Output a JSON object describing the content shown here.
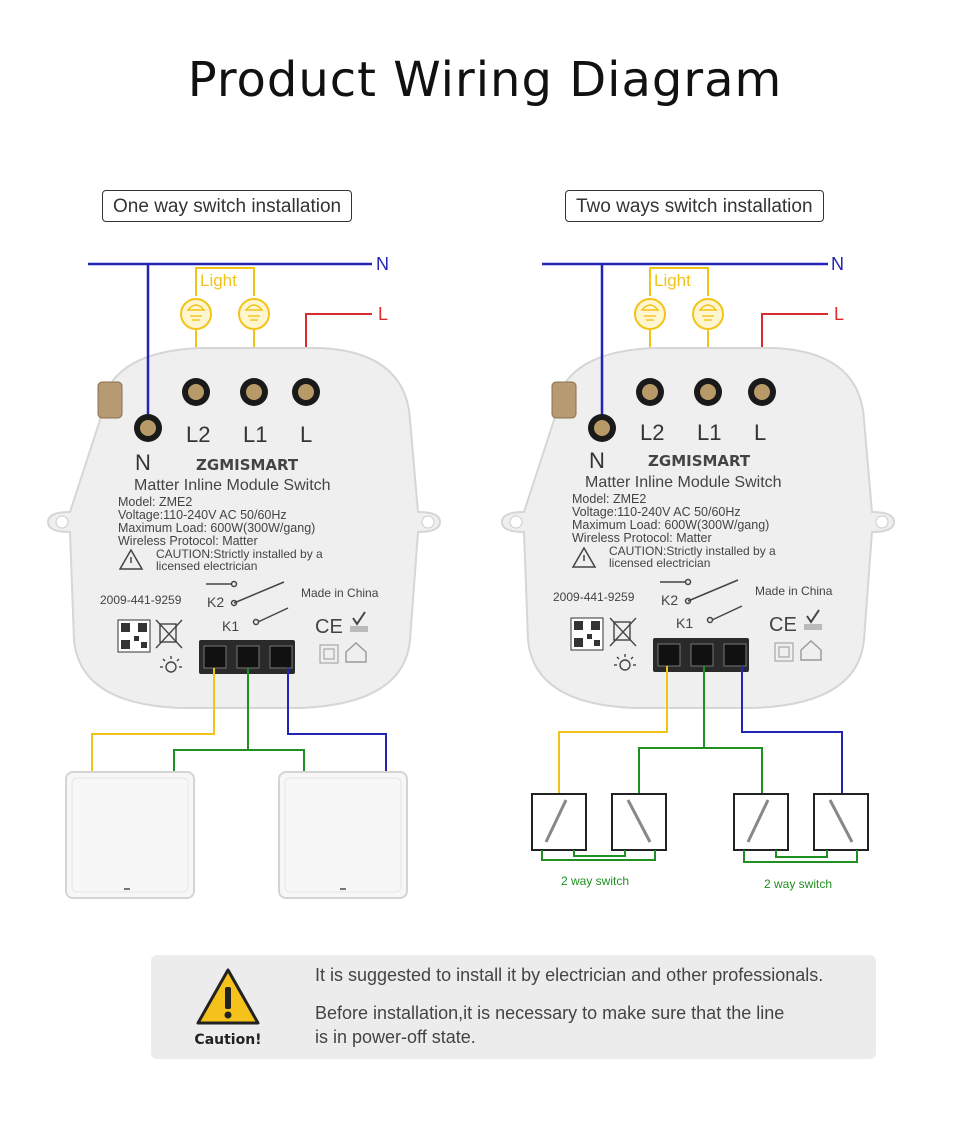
{
  "title": "Product Wiring Diagram",
  "left": {
    "caption": "One way switch installation",
    "light_label": "Light",
    "line_n": "N",
    "line_l": "L",
    "terminals": [
      "N",
      "L2",
      "L1",
      "L"
    ],
    "module": {
      "brand": "ZGMISMART",
      "name": "Matter Inline Module Switch",
      "model": "Model: ZME2",
      "voltage": "Voltage:110-240V AC 50/60Hz",
      "load": "Maximum Load: 600W(300W/gang)",
      "protocol": "Wireless Protocol: Matter",
      "caution": "CAUTION:Strictly installed by a",
      "caution2": "licensed electrician",
      "serial": "2009-441-9259",
      "k2": "K2",
      "k1": "K1",
      "made": "Made in China",
      "ce": "CE"
    }
  },
  "right": {
    "caption": "Two ways switch installation",
    "light_label": "Light",
    "line_n": "N",
    "line_l": "L",
    "terminals": [
      "N",
      "L2",
      "L1",
      "L"
    ],
    "module": {
      "brand": "ZGMISMART",
      "name": "Matter Inline Module Switch",
      "model": "Model: ZME2",
      "voltage": "Voltage:110-240V AC 50/60Hz",
      "load": "Maximum Load: 600W(300W/gang)",
      "protocol": "Wireless Protocol: Matter",
      "caution": "CAUTION:Strictly installed by a",
      "caution2": "licensed electrician",
      "serial": "2009-441-9259",
      "k2": "K2",
      "k1": "K1",
      "made": "Made in China",
      "ce": "CE"
    },
    "switch_label_1": "2 way switch",
    "switch_label_2": "2 way switch"
  },
  "note": {
    "caution_label": "Caution!",
    "line1": "It is suggested to install it by electrician and other professionals.",
    "line2": "Before installation,it is necessary to make sure that the line",
    "line3": "is in power-off state."
  },
  "colors": {
    "neutral": "#2323b4",
    "live": "#d92b2b",
    "load": "#f2c318",
    "switch_wire": "#1f8f22",
    "warning": "#f4c21a"
  }
}
